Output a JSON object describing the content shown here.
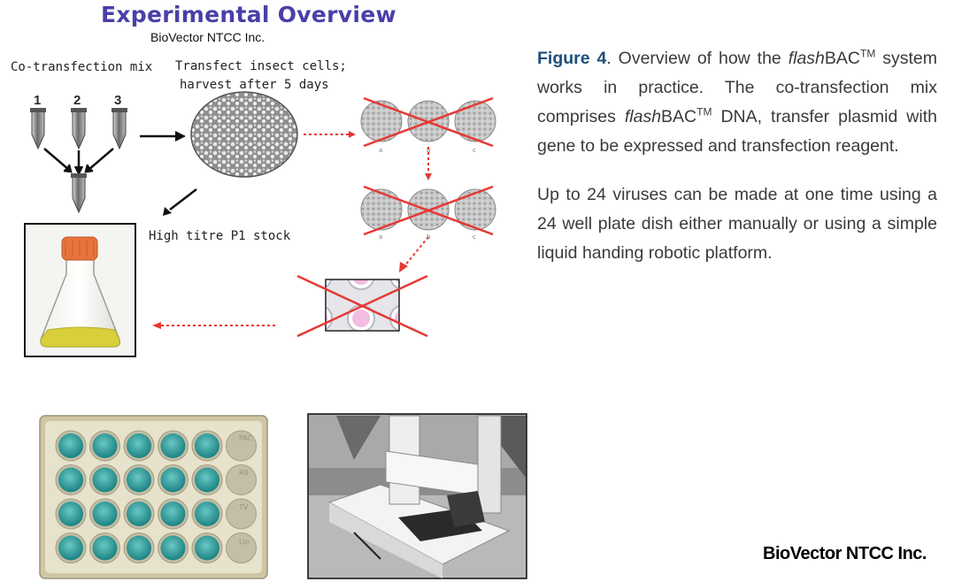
{
  "diagram": {
    "title": "Experimental Overview",
    "subtitle": "BioVector NTCC Inc.",
    "cotransfection_label": "Co-transfection mix",
    "tube_numbers": [
      "1",
      "2",
      "3"
    ],
    "transfect_label_line1": "Transfect insect cells;",
    "transfect_label_line2": "harvest after 5 days",
    "stock_label": "High titre P1 stock",
    "plate_letters": [
      "a",
      "b",
      "c"
    ],
    "well_plate_labels": [
      "PAC",
      "RB",
      "TV",
      "Lip"
    ]
  },
  "caption": {
    "para1": {
      "fig_label": "Figure 4",
      "t1": ".  Overview of how the ",
      "t2": "flash",
      "t3": "BAC",
      "tm1": "TM",
      "t4": " system works in practice.  The co-transfection mix comprises ",
      "t5": "flash",
      "t6": "BAC",
      "tm2": "TM",
      "t7": " DNA, transfer plasmid with gene to be expressed and transfection reagent."
    },
    "para2": "Up to 24 viruses can be made at one time using a 24 well plate dish either manually or using a simple liquid handing robotic platform."
  },
  "brand": "BioVector NTCC Inc.",
  "colors": {
    "title": "#4a3fa8",
    "figure_label": "#1f4e79",
    "cross": "#e53935",
    "dotted_arrow": "#e53935",
    "well_liquid": "#2a9a9a",
    "cap": "#e8743b",
    "culture": "#d8cf3a"
  }
}
